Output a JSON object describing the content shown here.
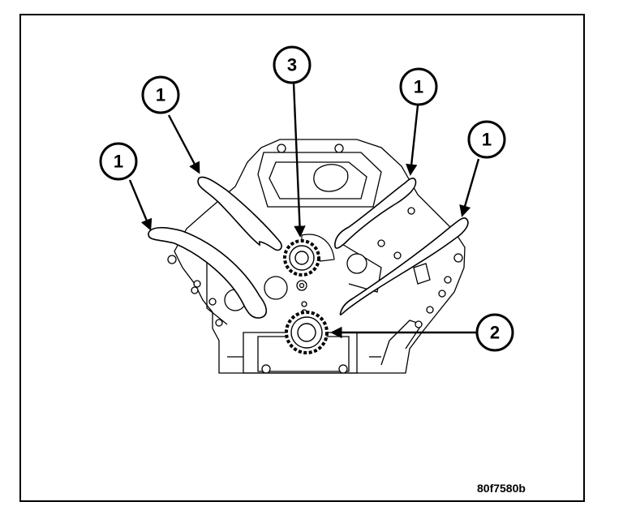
{
  "callouts": [
    {
      "label": "1"
    },
    {
      "label": "1"
    },
    {
      "label": "1"
    },
    {
      "label": "1"
    },
    {
      "label": "2"
    },
    {
      "label": "3"
    }
  ],
  "figure_code": "80f7580b",
  "colors": {
    "line": "#000000",
    "background": "#ffffff"
  }
}
